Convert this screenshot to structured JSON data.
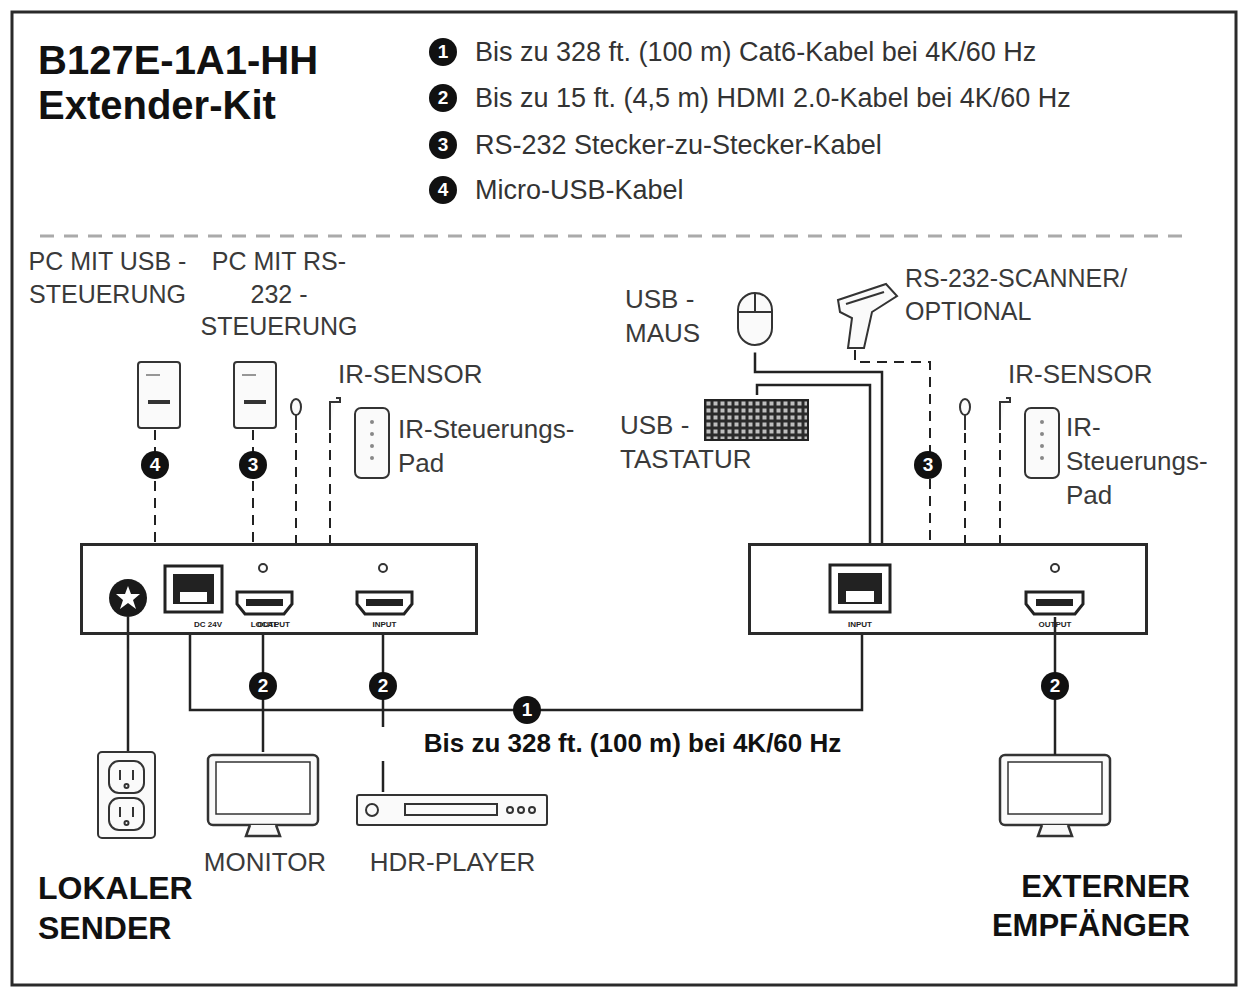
{
  "diagram": {
    "title": "B127E-1A1-HH Extender-Kit",
    "nodes": [
      {
        "text": [
          "DC 24V",
          "OUTPUT",
          "LOCAL",
          "INPUT"
        ]
      },
      {
        "text": [
          "INPUT",
          "OUTPUT"
        ]
      },
      {
        "text": [
          "PC MIT USB -STEUERUNG"
        ]
      },
      {
        "text": [
          "PC MIT RS-232 -STEUERUNG"
        ]
      },
      {
        "text": [
          "IR-Steuerungs- Pad"
        ]
      },
      {
        "text": [
          "IR-SENSOR"
        ]
      },
      {
        "text": [
          "MONITOR"
        ]
      },
      {
        "text": [
          "HDR-PLAYER"
        ]
      },
      {
        "text": [
          "USB -MAUS"
        ]
      },
      {
        "text": [
          "USB -TASTATUR"
        ]
      },
      {
        "text": [
          "RS-232-SCANNER/ OPTIONAL"
        ]
      },
      {
        "text": [
          "IR-SENSOR"
        ]
      },
      {
        "text": [
          "IR- Steuerungs- Pad"
        ]
      }
    ],
    "edges": [
      {
        "from": 2,
        "to": 0,
        "arrow": "none"
      },
      {
        "from": 3,
        "to": 0,
        "arrow": "none"
      },
      {
        "from": 5,
        "to": 0,
        "arrow": "none"
      },
      {
        "from": 5,
        "to": 0,
        "arrow": "none"
      },
      {
        "from": 0,
        "to": 6,
        "arrow": "none"
      },
      {
        "from": 0,
        "to": 7,
        "arrow": "none"
      },
      {
        "from": 0,
        "to": 1,
        "label": "Bis zu 328 ft. (100 m) bei 4K/60 Hz",
        "arrow": "none"
      },
      {
        "from": 8,
        "to": 1,
        "arrow": "none"
      },
      {
        "from": 9,
        "to": 1,
        "arrow": "none"
      },
      {
        "from": 10,
        "to": 1,
        "arrow": "none"
      },
      {
        "from": 11,
        "to": 1,
        "arrow": "none"
      },
      {
        "from": 11,
        "to": 1,
        "arrow": "none"
      }
    ],
    "labels": [
      "1",
      "Bis zu 328 ft. (100 m) Cat6-Kabel bei 4K/60 Hz",
      "2",
      "Bis zu 15 ft. (4,5 m) HDMI 2.0-Kabel bei 4K/60 Hz",
      "3",
      "RS-232 Stecker-zu-Stecker-Kabel",
      "4",
      "Micro-USB-Kabel",
      "4",
      "3",
      "2",
      "2",
      "1",
      "3",
      "2",
      "LOKALER SENDER",
      "EXTERNER EMPFÄNGER"
    ]
  }
}
